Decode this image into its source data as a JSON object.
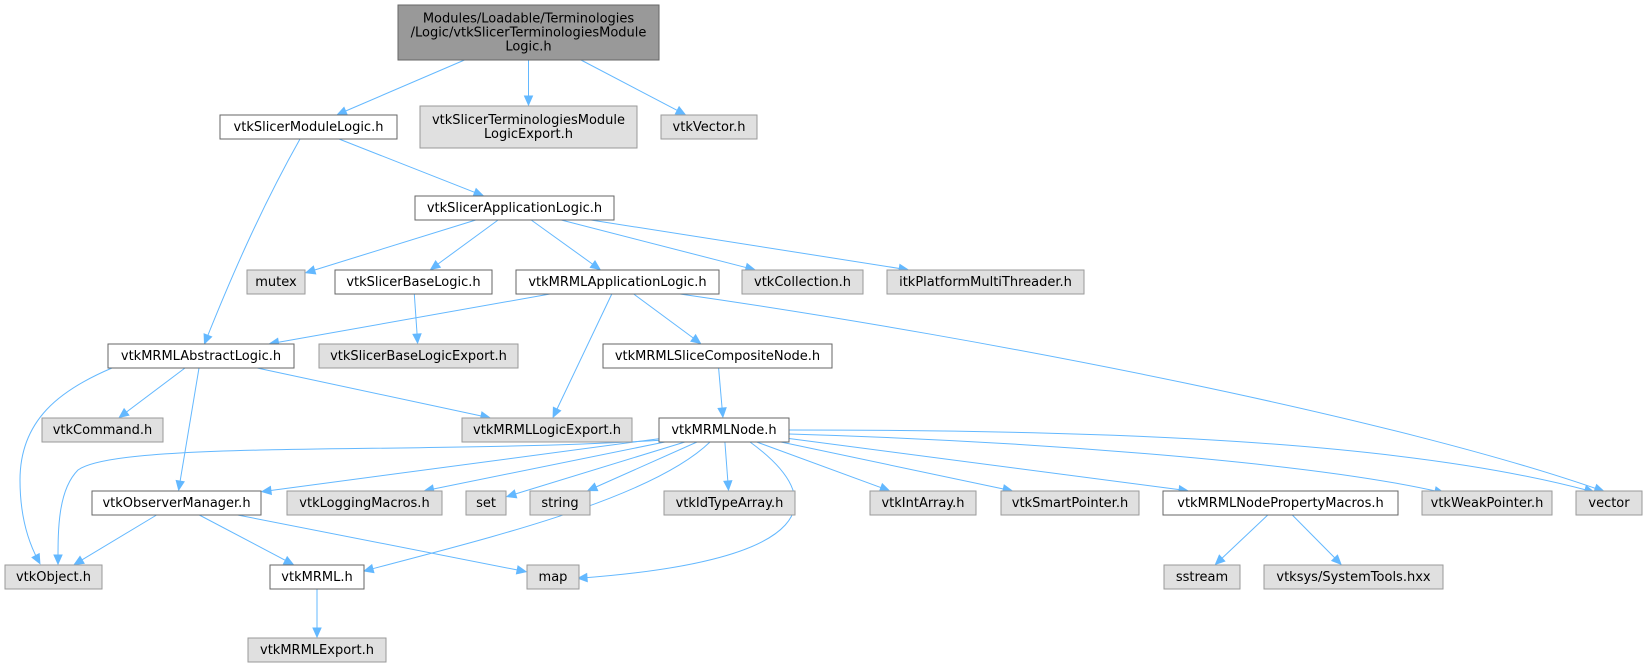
{
  "nodes": [
    {
      "id": "main",
      "kind": "main",
      "lines": [
        "Modules/Loadable/Terminologies",
        "/Logic/vtkSlicerTerminologiesModule",
        "Logic.h"
      ]
    },
    {
      "id": "moduleLogic",
      "kind": "doc",
      "lines": [
        "vtkSlicerModuleLogic.h"
      ]
    },
    {
      "id": "termExport",
      "kind": "ext",
      "lines": [
        "vtkSlicerTerminologiesModule",
        "LogicExport.h"
      ]
    },
    {
      "id": "vtkVector",
      "kind": "ext",
      "lines": [
        "vtkVector.h"
      ]
    },
    {
      "id": "appLogic",
      "kind": "doc",
      "lines": [
        "vtkSlicerApplicationLogic.h"
      ]
    },
    {
      "id": "mutex",
      "kind": "ext",
      "lines": [
        "mutex"
      ]
    },
    {
      "id": "baseLogic",
      "kind": "doc",
      "lines": [
        "vtkSlicerBaseLogic.h"
      ]
    },
    {
      "id": "mrmlAppLogic",
      "kind": "doc",
      "lines": [
        "vtkMRMLApplicationLogic.h"
      ]
    },
    {
      "id": "vtkCollection",
      "kind": "ext",
      "lines": [
        "vtkCollection.h"
      ]
    },
    {
      "id": "itkThreader",
      "kind": "ext",
      "lines": [
        "itkPlatformMultiThreader.h"
      ]
    },
    {
      "id": "abstractLogic",
      "kind": "doc",
      "lines": [
        "vtkMRMLAbstractLogic.h"
      ]
    },
    {
      "id": "baseLogicExport",
      "kind": "ext",
      "lines": [
        "vtkSlicerBaseLogicExport.h"
      ]
    },
    {
      "id": "sliceComposite",
      "kind": "doc",
      "lines": [
        "vtkMRMLSliceCompositeNode.h"
      ]
    },
    {
      "id": "vtkCommand",
      "kind": "ext",
      "lines": [
        "vtkCommand.h"
      ]
    },
    {
      "id": "logicExport",
      "kind": "ext",
      "lines": [
        "vtkMRMLLogicExport.h"
      ]
    },
    {
      "id": "mrmlNode",
      "kind": "doc",
      "lines": [
        "vtkMRMLNode.h"
      ]
    },
    {
      "id": "observer",
      "kind": "doc",
      "lines": [
        "vtkObserverManager.h"
      ]
    },
    {
      "id": "logging",
      "kind": "ext",
      "lines": [
        "vtkLoggingMacros.h"
      ]
    },
    {
      "id": "set",
      "kind": "ext",
      "lines": [
        "set"
      ]
    },
    {
      "id": "string",
      "kind": "ext",
      "lines": [
        "string"
      ]
    },
    {
      "id": "idType",
      "kind": "ext",
      "lines": [
        "vtkIdTypeArray.h"
      ]
    },
    {
      "id": "intArray",
      "kind": "ext",
      "lines": [
        "vtkIntArray.h"
      ]
    },
    {
      "id": "smartPtr",
      "kind": "ext",
      "lines": [
        "vtkSmartPointer.h"
      ]
    },
    {
      "id": "propMacros",
      "kind": "doc",
      "lines": [
        "vtkMRMLNodePropertyMacros.h"
      ]
    },
    {
      "id": "weakPtr",
      "kind": "ext",
      "lines": [
        "vtkWeakPointer.h"
      ]
    },
    {
      "id": "vector",
      "kind": "ext",
      "lines": [
        "vector"
      ]
    },
    {
      "id": "vtkObject",
      "kind": "ext",
      "lines": [
        "vtkObject.h"
      ]
    },
    {
      "id": "vtkMRML",
      "kind": "doc",
      "lines": [
        "vtkMRML.h"
      ]
    },
    {
      "id": "map",
      "kind": "ext",
      "lines": [
        "map"
      ]
    },
    {
      "id": "sstream",
      "kind": "ext",
      "lines": [
        "sstream"
      ]
    },
    {
      "id": "systools",
      "kind": "ext",
      "lines": [
        "vtksys/SystemTools.hxx"
      ]
    },
    {
      "id": "mrmlExport",
      "kind": "ext",
      "lines": [
        "vtkMRMLExport.h"
      ]
    }
  ],
  "edges": [
    [
      "main",
      "moduleLogic"
    ],
    [
      "main",
      "termExport"
    ],
    [
      "main",
      "vtkVector"
    ],
    [
      "moduleLogic",
      "appLogic"
    ],
    [
      "moduleLogic",
      "abstractLogic"
    ],
    [
      "appLogic",
      "mutex"
    ],
    [
      "appLogic",
      "baseLogic"
    ],
    [
      "appLogic",
      "mrmlAppLogic"
    ],
    [
      "appLogic",
      "vtkCollection"
    ],
    [
      "appLogic",
      "itkThreader"
    ],
    [
      "baseLogic",
      "baseLogicExport"
    ],
    [
      "mrmlAppLogic",
      "abstractLogic"
    ],
    [
      "mrmlAppLogic",
      "logicExport"
    ],
    [
      "mrmlAppLogic",
      "sliceComposite"
    ],
    [
      "mrmlAppLogic",
      "vector"
    ],
    [
      "abstractLogic",
      "vtkCommand"
    ],
    [
      "abstractLogic",
      "logicExport"
    ],
    [
      "abstractLogic",
      "observer"
    ],
    [
      "abstractLogic",
      "vtkObject"
    ],
    [
      "sliceComposite",
      "mrmlNode"
    ],
    [
      "mrmlNode",
      "observer"
    ],
    [
      "mrmlNode",
      "logging"
    ],
    [
      "mrmlNode",
      "set"
    ],
    [
      "mrmlNode",
      "string"
    ],
    [
      "mrmlNode",
      "idType"
    ],
    [
      "mrmlNode",
      "intArray"
    ],
    [
      "mrmlNode",
      "smartPtr"
    ],
    [
      "mrmlNode",
      "propMacros"
    ],
    [
      "mrmlNode",
      "weakPtr"
    ],
    [
      "mrmlNode",
      "vector"
    ],
    [
      "mrmlNode",
      "vtkObject"
    ],
    [
      "mrmlNode",
      "vtkMRML"
    ],
    [
      "mrmlNode",
      "map"
    ],
    [
      "observer",
      "vtkObject"
    ],
    [
      "observer",
      "vtkMRML"
    ],
    [
      "observer",
      "map"
    ],
    [
      "vtkMRML",
      "mrmlExport"
    ],
    [
      "propMacros",
      "sstream"
    ],
    [
      "propMacros",
      "systools"
    ]
  ]
}
